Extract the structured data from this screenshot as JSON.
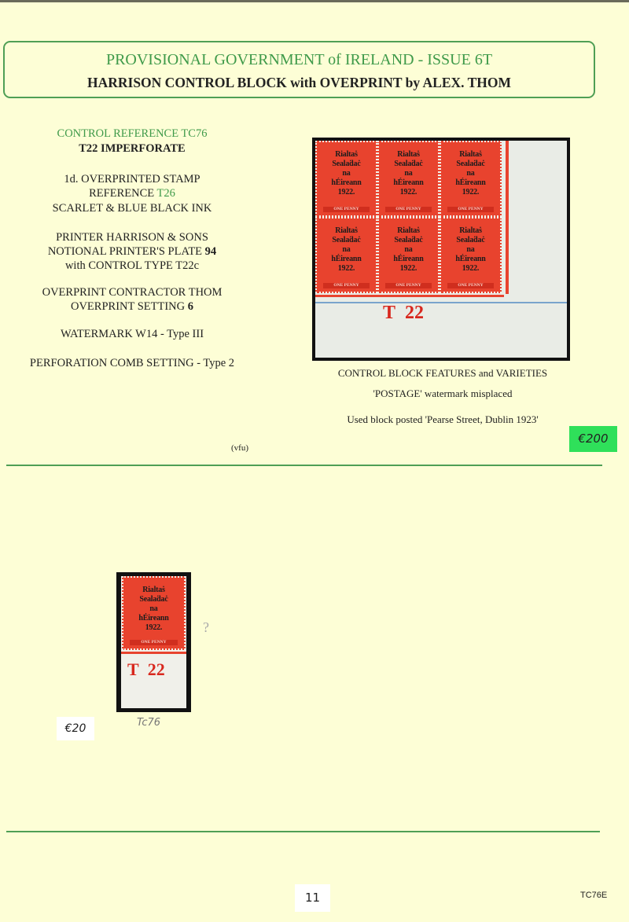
{
  "header": {
    "title": "PROVISIONAL GOVERNMENT of  IRELAND - ISSUE 6T",
    "subtitle": "HARRISON CONTROL BLOCK  with OVERPRINT by ALEX. THOM"
  },
  "info": {
    "control_ref": "CONTROL REFERENCE TC76",
    "imperf": "T22 IMPERFORATE",
    "stamp_line": "1d.  OVERPRINTED STAMP",
    "ref_label": "REFERENCE ",
    "ref_value": "T26",
    "ink": "SCARLET & BLUE BLACK INK",
    "printer": "PRINTER  HARRISON & SONS",
    "plate_label": "NOTIONAL PRINTER'S PLATE ",
    "plate_value": "94",
    "control_type": "with CONTROL TYPE T22c",
    "contractor": "OVERPRINT CONTRACTOR THOM",
    "setting_label": "OVERPRINT SETTING ",
    "setting_value": "6",
    "watermark": "WATERMARK W14  - Type  III",
    "perforation": "PERFORATION COMB SETTING - Type 2"
  },
  "stamp": {
    "overprint": [
      "Rialtaṡ",
      "Sealaḋaċ",
      "na",
      "hÉireann",
      "1922."
    ],
    "denomination": "ONE PENNY"
  },
  "block": {
    "control_letter": "T",
    "control_number": "22"
  },
  "captions": [
    "CONTROL BLOCK FEATURES and VARIETIES",
    "'POSTAGE' watermark misplaced",
    "Used block posted  'Pearse Street, Dublin 1923'"
  ],
  "block_price": "€200",
  "condition": "(vfu)",
  "single": {
    "control_letter": "T",
    "control_number": "22",
    "query": "?",
    "price": "€20",
    "note": "Tc76"
  },
  "footer": {
    "page_number": "11",
    "page_code": "TC76E"
  }
}
